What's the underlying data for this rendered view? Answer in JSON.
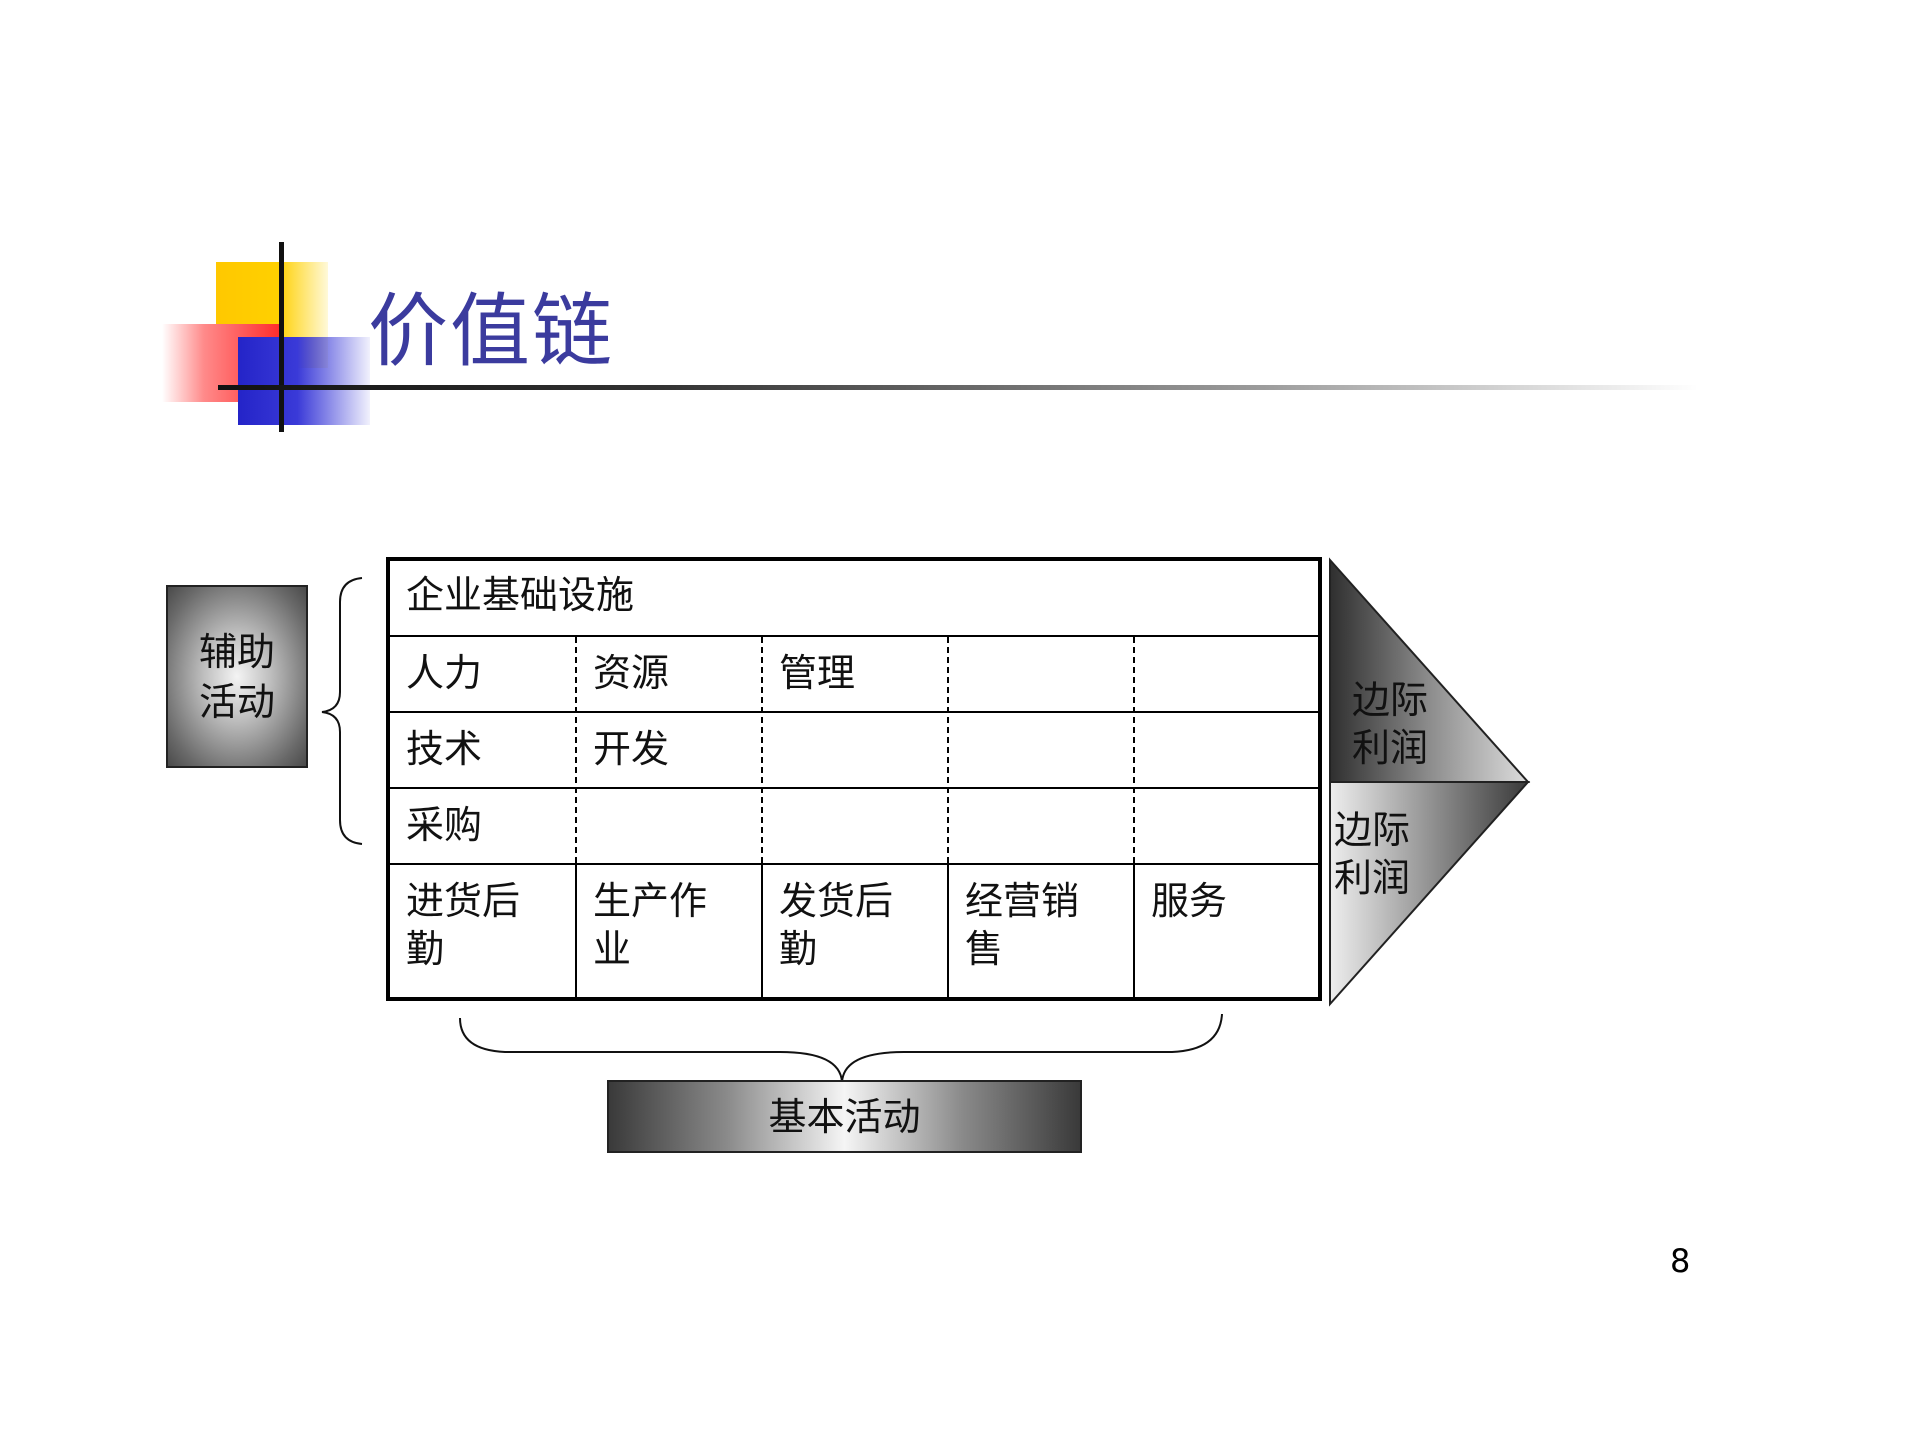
{
  "title": "价值链",
  "support_activities_label": "辅助活动",
  "primary_activities_label": "基本活动",
  "support_rows": [
    {
      "cells": [
        "企业基础设施"
      ]
    },
    {
      "cells": [
        "人力",
        "资源",
        "管理",
        "",
        ""
      ]
    },
    {
      "cells": [
        "技术",
        "开发",
        "",
        "",
        ""
      ]
    },
    {
      "cells": [
        "采购",
        "",
        "",
        "",
        ""
      ]
    }
  ],
  "primary_row": [
    "进货后勤",
    "生产作业",
    "发货后勤",
    "经营销售",
    "服务"
  ],
  "margin_labels": [
    "边际利润",
    "边际利润"
  ],
  "page_number": "8",
  "colors": {
    "title": "#3b3b9e",
    "deco_yellow": "#ffc800",
    "deco_red": "#ff2a2a",
    "deco_blue": "#2424c8"
  }
}
